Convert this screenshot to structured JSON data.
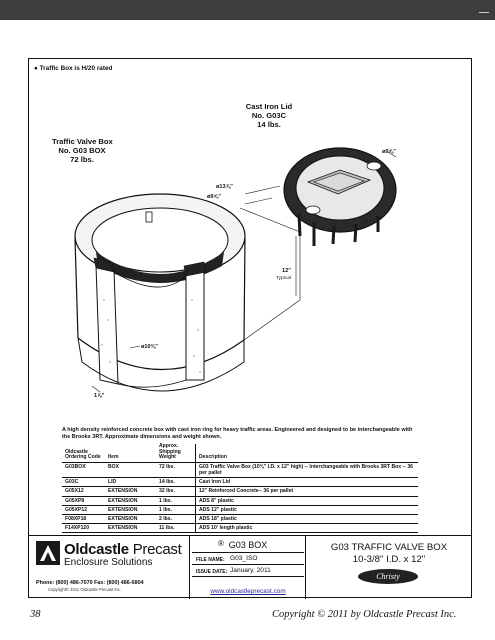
{
  "note_top": "● Traffic Box is H/20 rated",
  "labels": {
    "lid_title": "Cast Iron Lid",
    "lid_code": "No. G03C",
    "lid_weight": "14 lbs.",
    "box_title": "Traffic Valve Box",
    "box_code": "No. G03 BOX",
    "box_weight": "72 lbs."
  },
  "dimensions": {
    "outer_top": "ø13⅞\"",
    "inner_top": "ø9⅝\"",
    "lid_dia": "ø9⅝\"",
    "height": "12\"",
    "height_note": "Typical",
    "base_dia": "ø10⅜\"",
    "wall": "1⅞\""
  },
  "description": "A high density reinforced concrete box with cast iron ring for heavy traffic areas. Engineered and designed to be interchangeable with the Brooks 3RT. Approximate dimensions and weight shown.",
  "table": {
    "headers": [
      "Oldcastle Ordering Code",
      "Item",
      "Approx. Shipping Weight",
      "Description"
    ],
    "rows": [
      [
        "G03BOX",
        "BOX",
        "72 lbs.",
        "G03 Traffic Valve Box (10⅜\" I.D. x 12\" high) -- Interchangeable with Brooks 3RT Box -- 36 per pallet"
      ],
      [
        "G03C",
        "LID",
        "14 lbs.",
        "Cast Iron Lid"
      ],
      [
        "G05X12",
        "EXTENSION",
        "32 lbs.",
        "12\" Reinforced Concrete-- 36 per pallet"
      ],
      [
        "G05XP8",
        "EXTENSION",
        "1 lbs.",
        "ADS 8\" plastic"
      ],
      [
        "G05XP12",
        "EXTENSION",
        "1 lbs.",
        "ADS 12\" plastic"
      ],
      [
        "F08XP18",
        "EXTENSION",
        "2 lbs.",
        "ADS 18\" plastic"
      ],
      [
        "F14XP120",
        "EXTENSION",
        "11 lbs.",
        "ADS 10' length plastic"
      ]
    ]
  },
  "title_block": {
    "brand": "Oldcastle",
    "brand2": "Precast",
    "reg": "®",
    "enclosure": "Enclosure Solutions",
    "phone": "Phone: (800) 486-7070 Fax: (800) 486-6804",
    "copyright_small": "Copyright© 2011  Oldcastle Precast Inc.",
    "drawing_title": "G03 BOX",
    "file_label": "FILE NAME:",
    "file_value": "G03_ISO",
    "issue_label": "ISSUE DATE:",
    "issue_value": "January, 2011",
    "url": "www.oldcastleprecast.com",
    "product_line1": "G03 TRAFFIC VALVE BOX",
    "product_line2": "10-3/8\" I.D. x 12\"",
    "christy": "Christy"
  },
  "footer": {
    "page_number": "38",
    "copyright": "Copyright © 2011 by Oldcastle Precast Inc."
  }
}
